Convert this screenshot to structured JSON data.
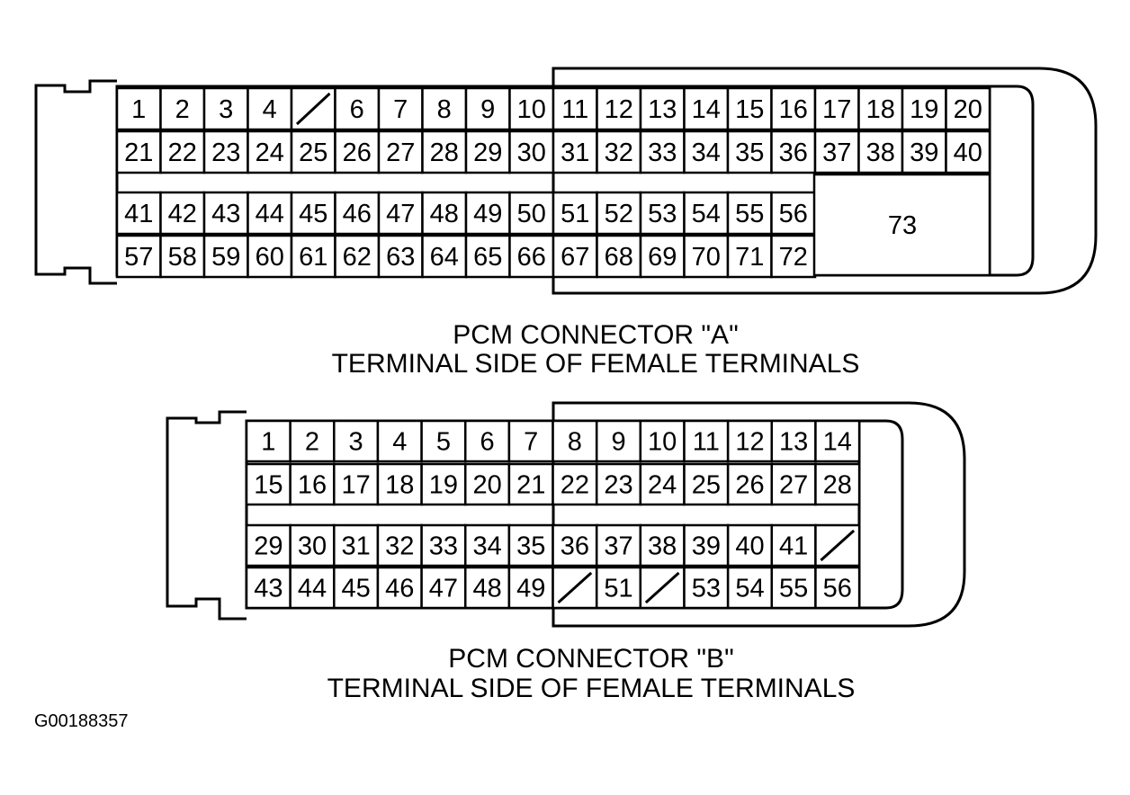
{
  "connector_a": {
    "row1": [
      "1",
      "2",
      "3",
      "4",
      "",
      "6",
      "7",
      "8",
      "9",
      "10",
      "11",
      "12",
      "13",
      "14",
      "15",
      "16",
      "17",
      "18",
      "19",
      "20"
    ],
    "row2": [
      "21",
      "22",
      "23",
      "24",
      "25",
      "26",
      "27",
      "28",
      "29",
      "30",
      "31",
      "32",
      "33",
      "34",
      "35",
      "36",
      "37",
      "38",
      "39",
      "40"
    ],
    "row3": [
      "41",
      "42",
      "43",
      "44",
      "45",
      "46",
      "47",
      "48",
      "49",
      "50",
      "51",
      "52",
      "53",
      "54",
      "55",
      "56"
    ],
    "row4": [
      "57",
      "58",
      "59",
      "60",
      "61",
      "62",
      "63",
      "64",
      "65",
      "66",
      "67",
      "68",
      "69",
      "70",
      "71",
      "72"
    ],
    "big_pin": "73",
    "caption_line1": "PCM CONNECTOR \"A\"",
    "caption_line2": "TERMINAL SIDE OF FEMALE TERMINALS"
  },
  "connector_b": {
    "row1": [
      "1",
      "2",
      "3",
      "4",
      "5",
      "6",
      "7",
      "8",
      "9",
      "10",
      "11",
      "12",
      "13",
      "14"
    ],
    "row2": [
      "15",
      "16",
      "17",
      "18",
      "19",
      "20",
      "21",
      "22",
      "23",
      "24",
      "25",
      "26",
      "27",
      "28"
    ],
    "row3": [
      "29",
      "30",
      "31",
      "32",
      "33",
      "34",
      "35",
      "36",
      "37",
      "38",
      "39",
      "40",
      "41",
      ""
    ],
    "row4": [
      "43",
      "44",
      "45",
      "46",
      "47",
      "48",
      "49",
      "",
      "51",
      "",
      "53",
      "54",
      "55",
      "56"
    ],
    "caption_line1": "PCM CONNECTOR \"B\"",
    "caption_line2": "TERMINAL SIDE OF FEMALE TERMINALS"
  },
  "figure_id": "G00188357"
}
